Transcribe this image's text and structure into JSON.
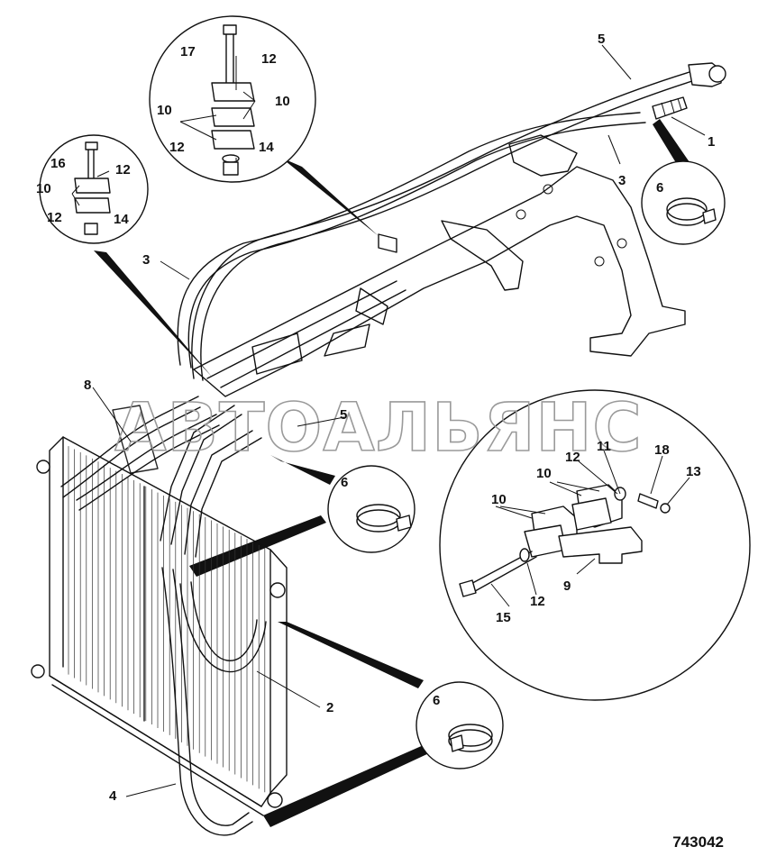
{
  "drawing_number": "743042",
  "watermark": "АВТОАЛЬЯНС",
  "callouts": {
    "c1": "1",
    "c2": "2",
    "c3a": "3",
    "c3b": "3",
    "c4": "4",
    "c5a": "5",
    "c5b": "5",
    "c6a": "6",
    "c6b": "6",
    "c6c": "6",
    "c8": "8",
    "c9": "9",
    "c10a": "10",
    "c10b": "10",
    "c10c": "10",
    "c10d": "10",
    "c10e": "10",
    "c11": "11",
    "c12a": "12",
    "c12b": "12",
    "c12c": "12",
    "c12d": "12",
    "c12e": "12",
    "c12f": "12",
    "c13": "13",
    "c14a": "14",
    "c14b": "14",
    "c15": "15",
    "c16": "16",
    "c17": "17",
    "c18": "18"
  }
}
